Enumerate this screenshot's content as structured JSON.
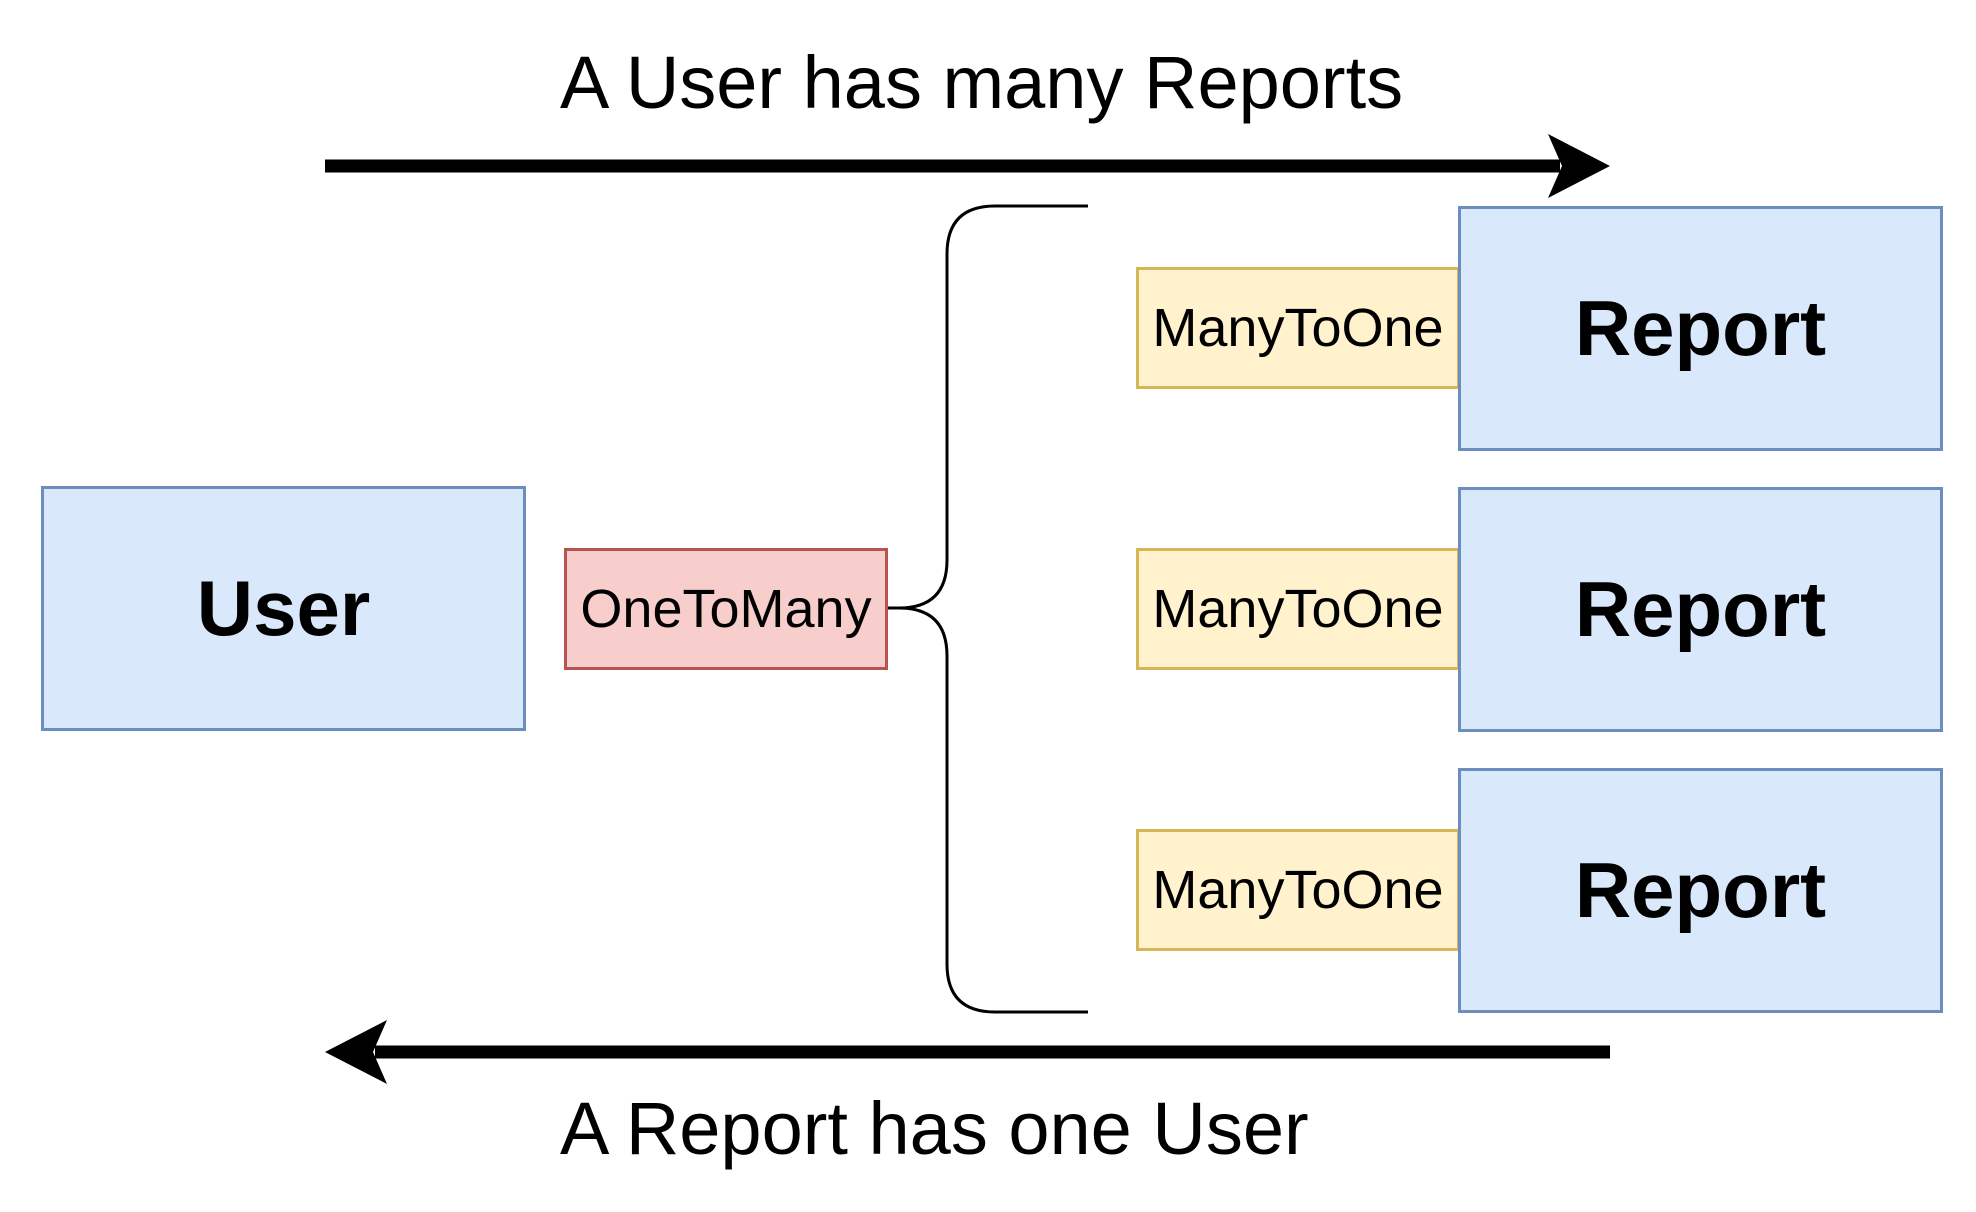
{
  "captions": {
    "top": "A User has many Reports",
    "bottom": "A Report has one User"
  },
  "user": {
    "label": "User",
    "relation": "OneToMany"
  },
  "reports": [
    {
      "label": "Report",
      "relation": "ManyToOne"
    },
    {
      "label": "Report",
      "relation": "ManyToOne"
    },
    {
      "label": "Report",
      "relation": "ManyToOne"
    }
  ],
  "colors": {
    "entity_fill": "#dae8fc",
    "entity_stroke": "#6c8ebf",
    "one_to_many_fill": "#f8cecc",
    "one_to_many_stroke": "#b85450",
    "many_to_one_fill": "#fff2cc",
    "many_to_one_stroke": "#d6b656",
    "arrow": "#000000"
  }
}
